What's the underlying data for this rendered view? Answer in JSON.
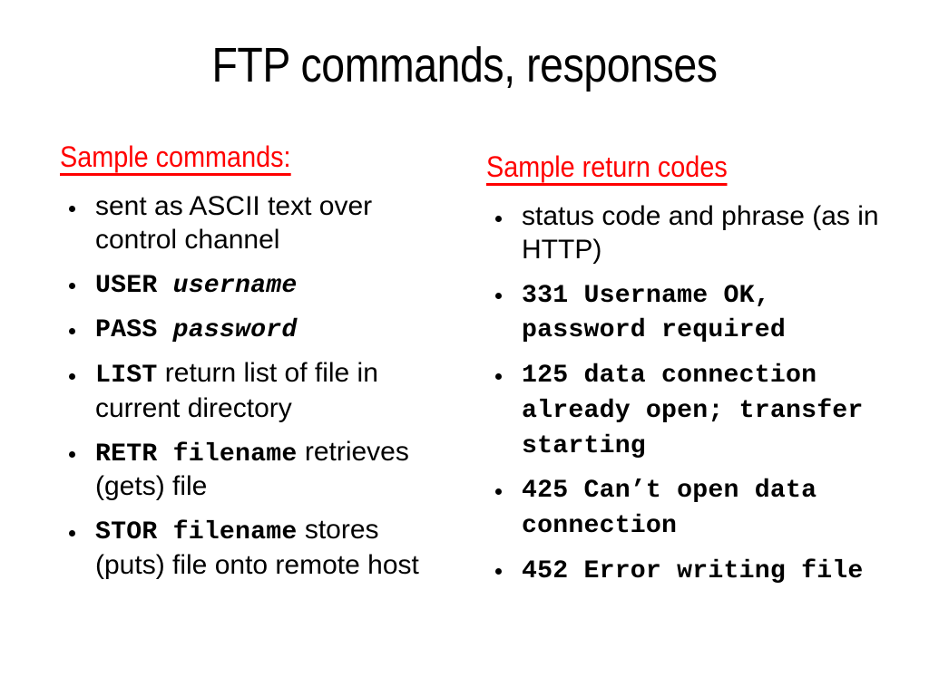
{
  "slide": {
    "title": "FTP commands, responses",
    "background_color": "#ffffff",
    "text_color": "#000000",
    "accent_color": "#ff0000"
  },
  "columns": {
    "left": {
      "heading": "Sample commands:",
      "heading_color": "#ff0000",
      "heading_underlined": true,
      "bullets": [
        {
          "id": "ascii-text",
          "runs": [
            {
              "text": "sent as ASCII text over control channel",
              "style": "sans"
            }
          ]
        },
        {
          "id": "user-cmd",
          "runs": [
            {
              "text": "USER ",
              "style": "mono"
            },
            {
              "text": "username",
              "style": "mono-italic"
            }
          ]
        },
        {
          "id": "pass-cmd",
          "runs": [
            {
              "text": "PASS ",
              "style": "mono"
            },
            {
              "text": "password",
              "style": "mono-italic"
            }
          ]
        },
        {
          "id": "list-cmd",
          "runs": [
            {
              "text": "LIST",
              "style": "mono"
            },
            {
              "text": " return list of file in current directory",
              "style": "sans"
            }
          ]
        },
        {
          "id": "retr-cmd",
          "runs": [
            {
              "text": "RETR filename",
              "style": "mono"
            },
            {
              "text": " retrieves (gets) file",
              "style": "sans"
            }
          ]
        },
        {
          "id": "stor-cmd",
          "runs": [
            {
              "text": "STOR filename",
              "style": "mono"
            },
            {
              "text": " stores (puts) file onto remote host",
              "style": "sans"
            }
          ]
        }
      ]
    },
    "right": {
      "heading": "Sample return codes",
      "heading_color": "#ff0000",
      "heading_underlined": true,
      "bullets": [
        {
          "id": "status-phrase",
          "runs": [
            {
              "text": "status code and phrase (as in HTTP)",
              "style": "sans"
            }
          ]
        },
        {
          "id": "code-331",
          "runs": [
            {
              "text": "331 Username OK, password required",
              "style": "mono"
            }
          ]
        },
        {
          "id": "code-125",
          "runs": [
            {
              "text": "125 data connection already open; transfer starting",
              "style": "mono"
            }
          ]
        },
        {
          "id": "code-425",
          "runs": [
            {
              "text": "425 Can’t open data connection",
              "style": "mono"
            }
          ]
        },
        {
          "id": "code-452",
          "runs": [
            {
              "text": "452 Error writing file",
              "style": "mono"
            }
          ]
        }
      ]
    }
  }
}
